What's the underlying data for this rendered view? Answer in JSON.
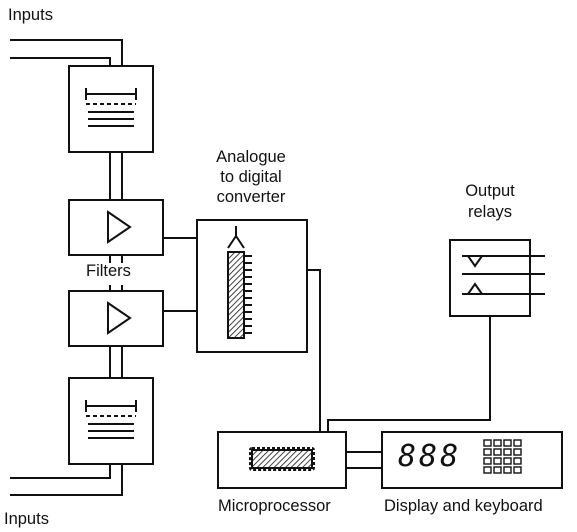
{
  "labels": {
    "inputs_top": "Inputs",
    "inputs_bottom": "Inputs",
    "filters": "Filters",
    "adc": [
      "Analogue",
      "to digital",
      "converter"
    ],
    "output_relays": [
      "Output",
      "relays"
    ],
    "microprocessor": "Microprocessor",
    "display_keyboard": "Display and keyboard"
  },
  "display": {
    "digits": "888"
  },
  "colors": {
    "ink": "#111111",
    "background": "#ffffff"
  }
}
